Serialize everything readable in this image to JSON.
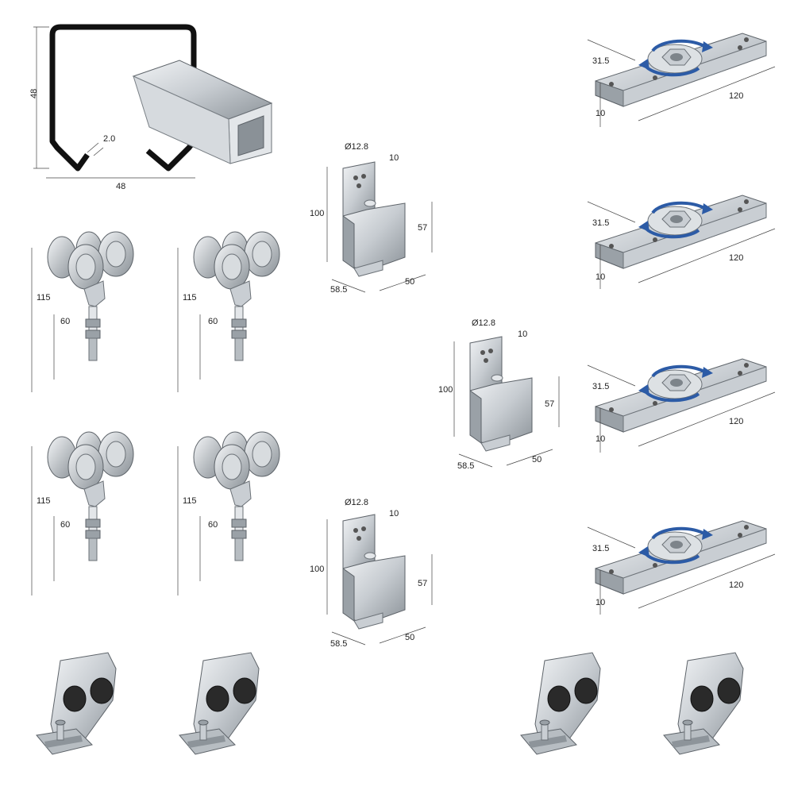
{
  "profile": {
    "height": "48",
    "width": "48",
    "thickness": "2.0"
  },
  "trolley": {
    "total_height": "115",
    "bolt_height": "60"
  },
  "bracket": {
    "hole": "Ø12.8",
    "hole_offset": "10",
    "height": "100",
    "inner_height": "57",
    "depth": "58.5",
    "width": "50"
  },
  "plate": {
    "offset": "31.5",
    "length": "120",
    "height": "10"
  },
  "colors": {
    "metal": "#c9ced3",
    "arrow": "#2c5ba6",
    "rubber": "#2a2a2a"
  }
}
